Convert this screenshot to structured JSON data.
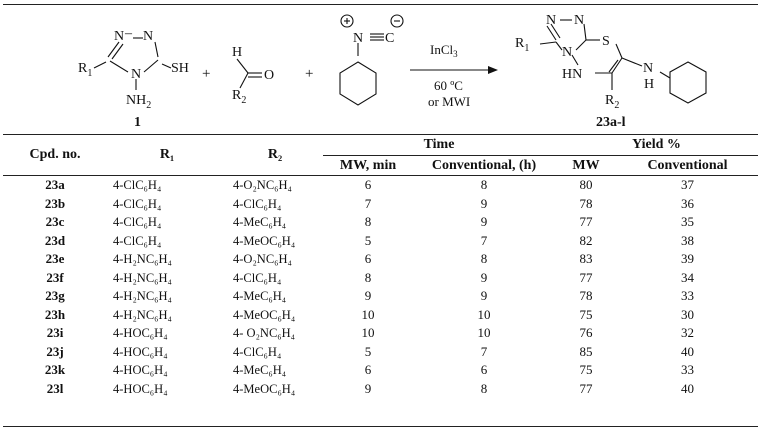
{
  "scheme": {
    "reagent1_label": "1",
    "reagent1_substituent": "R",
    "reagent1_substituent_index": "1",
    "reagent1_sh": "SH",
    "reagent1_nh2_n": "N",
    "reagent1_nh2_h": "H",
    "reagent1_nh2_index": "2",
    "aldehyde_h": "H",
    "aldehyde_o": "O",
    "aldehyde_r": "R",
    "aldehyde_r_index": "2",
    "isocyanide_n": "N",
    "isocyanide_c": "C",
    "plus": "+",
    "condition_catalyst": "InCl",
    "condition_catalyst_index": "3",
    "condition_temp": "60 ºC",
    "condition_alt": "or MWI",
    "product_label": "23a-l",
    "product_r1": "R",
    "product_r1_index": "1",
    "product_r2": "R",
    "product_r2_index": "2",
    "product_s": "S",
    "product_hn": "HN",
    "product_n": "N",
    "product_h": "H"
  },
  "table": {
    "headers": {
      "cpd": "Cpd. no.",
      "r1": "R₁",
      "r2": "R₂",
      "time": "Time",
      "yield": "Yield %",
      "mw_min": "MW, min",
      "conv_h": "Conventional, (h)",
      "mw": "MW",
      "conv": "Conventional"
    },
    "rows": [
      {
        "cpd": "23a",
        "r1": "4-ClC₆H₄",
        "r2": "4-O₂NC₆H₄",
        "mw_time": "6",
        "conv_time": "8",
        "mw_yield": "80",
        "conv_yield": "37"
      },
      {
        "cpd": "23b",
        "r1": "4-ClC₆H₄",
        "r2": "4-ClC₆H₄",
        "mw_time": "7",
        "conv_time": "9",
        "mw_yield": "78",
        "conv_yield": "36"
      },
      {
        "cpd": "23c",
        "r1": "4-ClC₆H₄",
        "r2": "4-MeC₆H₄",
        "mw_time": "8",
        "conv_time": "9",
        "mw_yield": "77",
        "conv_yield": "35"
      },
      {
        "cpd": "23d",
        "r1": "4-ClC₆H₄",
        "r2": "4-MeOC₆H₄",
        "mw_time": "5",
        "conv_time": "7",
        "mw_yield": "82",
        "conv_yield": "38"
      },
      {
        "cpd": "23e",
        "r1": "4-H₂NC₆H₄",
        "r2": "4-O₂NC₆H₄",
        "mw_time": "6",
        "conv_time": "8",
        "mw_yield": "83",
        "conv_yield": "39"
      },
      {
        "cpd": "23f",
        "r1": "4-H₂NC₆H₄",
        "r2": "4-ClC₆H₄",
        "mw_time": "8",
        "conv_time": "9",
        "mw_yield": "77",
        "conv_yield": "34"
      },
      {
        "cpd": "23g",
        "r1": "4-H₂NC₆H₄",
        "r2": "4-MeC₆H₄",
        "mw_time": "9",
        "conv_time": "9",
        "mw_yield": "78",
        "conv_yield": "33"
      },
      {
        "cpd": "23h",
        "r1": "4-H₂NC₆H₄",
        "r2": "4-MeOC₆H₄",
        "mw_time": "10",
        "conv_time": "10",
        "mw_yield": "75",
        "conv_yield": "30"
      },
      {
        "cpd": "23i",
        "r1": "4-HOC₆H₄",
        "r2": "4- O₂NC₆H₄",
        "mw_time": "10",
        "conv_time": "10",
        "mw_yield": "76",
        "conv_yield": "32"
      },
      {
        "cpd": "23j",
        "r1": "4-HOC₆H₄",
        "r2": "4-ClC₆H₄",
        "mw_time": "5",
        "conv_time": "7",
        "mw_yield": "85",
        "conv_yield": "40"
      },
      {
        "cpd": "23k",
        "r1": "4-HOC₆H₄",
        "r2": "4-MeC₆H₄",
        "mw_time": "6",
        "conv_time": "6",
        "mw_yield": "75",
        "conv_yield": "33"
      },
      {
        "cpd": "23l",
        "r1": "4-HOC₆H₄",
        "r2": "4-MeOC₆H₄",
        "mw_time": "9",
        "conv_time": "8",
        "mw_yield": "77",
        "conv_yield": "40"
      }
    ]
  }
}
